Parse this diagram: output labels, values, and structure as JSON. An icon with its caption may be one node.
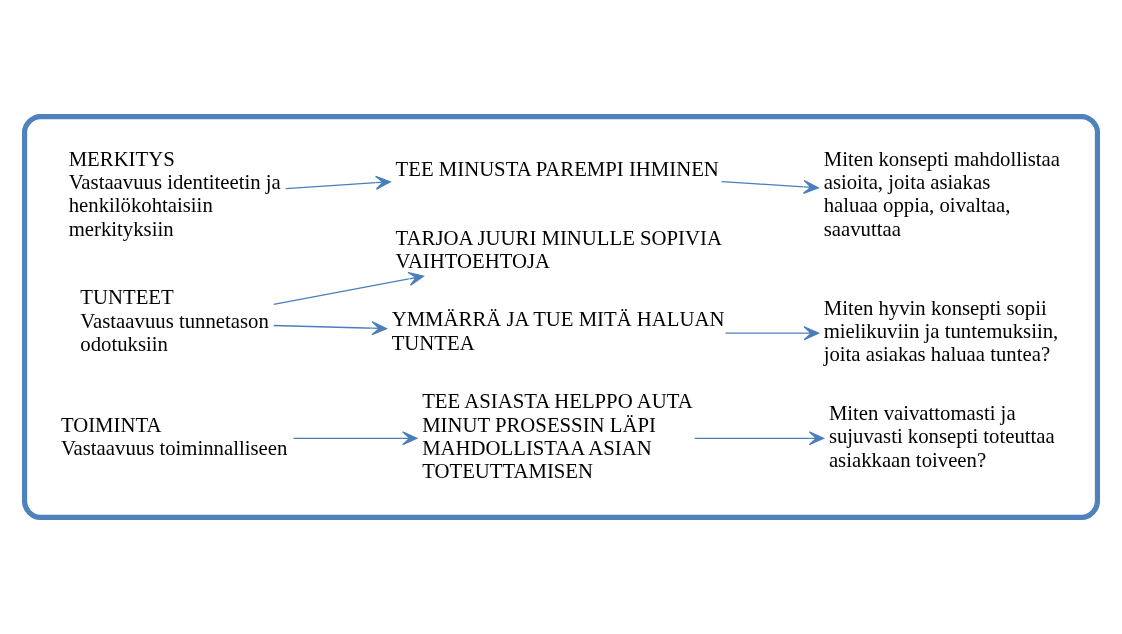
{
  "diagram": {
    "nodes": [
      {
        "text": [],
        "shape": "box"
      },
      {
        "text": [
          "MERKITYS",
          "Vastaavuus identiteetin ja henkilökohtaisiin merkityksiin"
        ],
        "in": 0
      },
      {
        "text": [
          "TEE MINUSTA PAREMPI IHMINEN"
        ],
        "in": 0
      },
      {
        "text": [
          "Miten konsepti mahdollistaa asioita, joita asiakas haluaa oppia, oivaltaa, saavuttaa"
        ],
        "in": 0
      },
      {
        "text": [
          "TUNTEET",
          "Vastaavuus tunnetason odotuksiin"
        ],
        "in": 0
      },
      {
        "text": [
          "YMMÄRRÄ JA TUE MITÄ HALUAN TUNTEA"
        ],
        "in": 0
      },
      {
        "text": [
          "Miten hyvin konsepti sopii mielikuviin ja tuntemuksiin, joita asiakas haluaa tuntea?"
        ],
        "in": 0
      },
      {
        "text": [
          "TARJOA JUURI MINULLE SOPIVIA VAIHTOEHTOJA"
        ],
        "in": 0
      },
      {
        "text": [
          "TOIMINTA",
          "Vastaavuus toiminnalliseen"
        ],
        "in": 0
      },
      {
        "text": [
          "TEE ASIASTA HELPPO AUTA MINUT PROSESSIN LÄPI MAHDOLLISTAA ASIAN TOTEUTTAMISEN"
        ],
        "in": 0
      },
      {
        "text": [
          "Miten vaivattomasti ja sujuvasti konsepti toteuttaa asiakkaan toiveen?"
        ],
        "in": 0
      }
    ],
    "edges": [
      {
        "from": 1,
        "to": 2,
        "arrow": "to"
      },
      {
        "from": 2,
        "to": 3,
        "arrow": "to"
      },
      {
        "from": 4,
        "to": 5,
        "arrow": "to"
      },
      {
        "from": 4,
        "to": 7,
        "arrow": "to"
      },
      {
        "from": 5,
        "to": 6,
        "arrow": "to"
      },
      {
        "from": 8,
        "to": 9,
        "arrow": "to"
      },
      {
        "from": 9,
        "to": 10,
        "arrow": "to"
      }
    ]
  }
}
